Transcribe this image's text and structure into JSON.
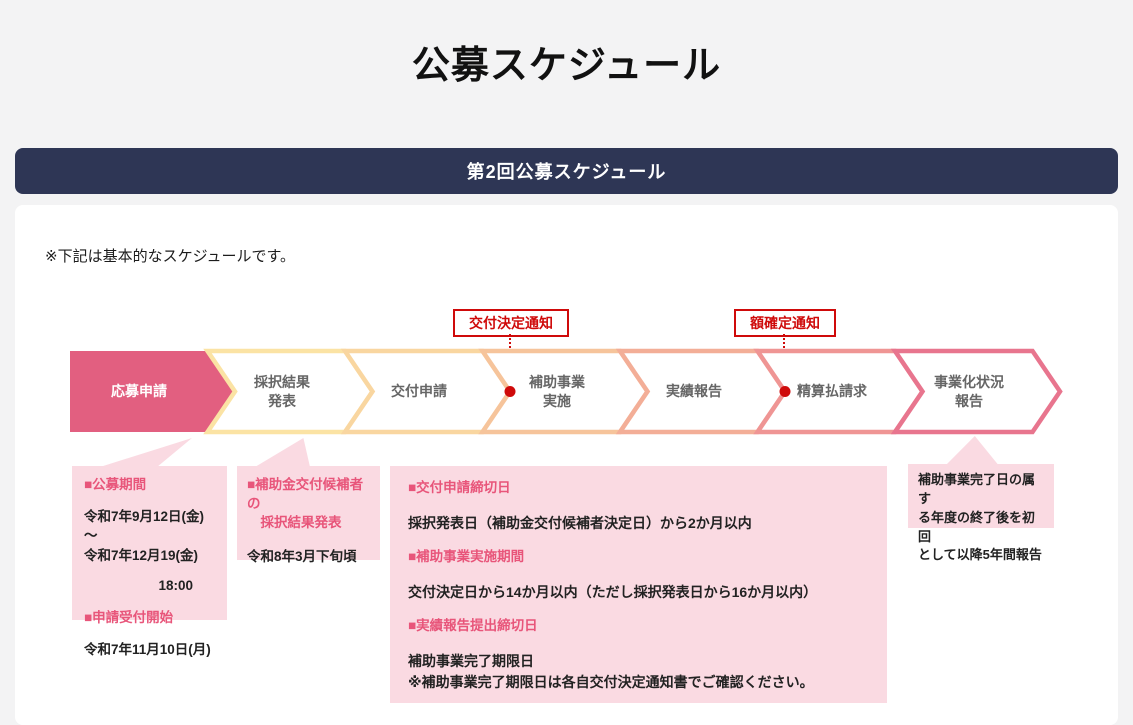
{
  "colors": {
    "accent_red": "#cf0a0a",
    "navy": "#2e3655",
    "box_pink_bg": "#fadae2",
    "heading_pink": "#e8557a",
    "page_bg": "#f3f3f4",
    "card_bg": "#ffffff",
    "step1_fill": "#e25f80"
  },
  "page": {
    "title": "公募スケジュール"
  },
  "banner": {
    "title": "第2回公募スケジュール"
  },
  "card": {
    "note": "※下記は基本的なスケジュールです。"
  },
  "callouts": {
    "grant_decision": {
      "label": "交付決定通知"
    },
    "amount_confirmation": {
      "label": "額確定通知"
    }
  },
  "timeline": {
    "steps": [
      {
        "label": "応募申請",
        "color": "#e25f80"
      },
      {
        "label": "採択結果\n発表",
        "color": "#fbe3a4"
      },
      {
        "label": "交付申請",
        "color": "#f9d6a0"
      },
      {
        "label": "補助事業\n実施",
        "color": "#f6c49b"
      },
      {
        "label": "実績報告",
        "color": "#f3ae97"
      },
      {
        "label": "精算払請求",
        "color": "#ef9594"
      },
      {
        "label": "事業化状況\n報告",
        "color": "#e8758e"
      }
    ]
  },
  "boxes": {
    "application": {
      "heading1": "■公募期間",
      "period": "令和7年9月12日(金)～\n令和7年12月19(金)",
      "deadline_time": "18:00",
      "heading2": "■申請受付開始",
      "start_date": "令和7年11月10日(月)"
    },
    "result": {
      "heading": "■補助金交付候補者の\n　採択結果発表",
      "date": "令和8年3月下旬頃"
    },
    "implementation": {
      "heading1": "■交付申請締切日",
      "text1": "採択発表日（補助金交付候補者決定日）から2か月以内",
      "heading2": "■補助事業実施期間",
      "text2": "交付決定日から14か月以内（ただし採択発表日から16か月以内）",
      "heading3": "■実績報告提出締切日",
      "text3": "補助事業完了期限日\n※補助事業完了期限日は各自交付決定通知書でご確認ください。"
    },
    "business_report": {
      "text": "補助事業完了日の属す\nる年度の終了後を初回\nとして以降5年間報告"
    }
  }
}
